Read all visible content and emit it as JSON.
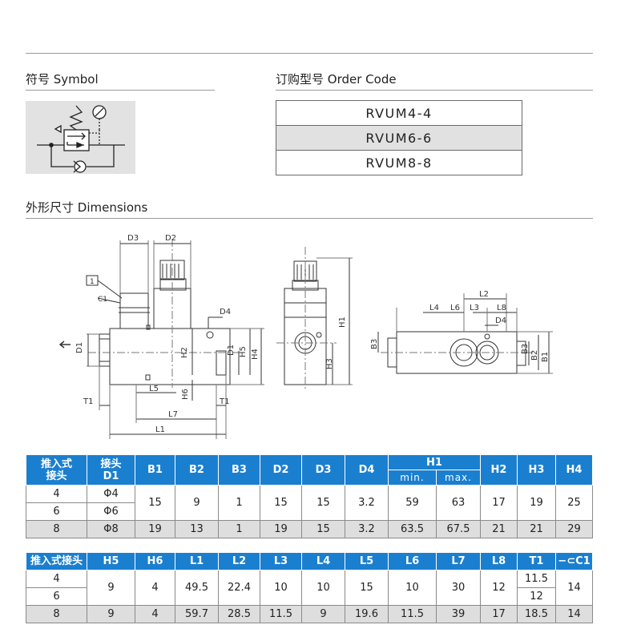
{
  "sections": {
    "symbol": "符号 Symbol",
    "order_code": "订购型号 Order Code",
    "dimensions": "外形尺寸 Dimensions"
  },
  "order_codes": [
    "RVUM4-4",
    "RVUM6-6",
    "RVUM8-8"
  ],
  "drawing_labels": {
    "front": {
      "d3": "D3",
      "d2": "D2",
      "d4": "D4",
      "d1_left": "D1",
      "d1_right": "D1",
      "h2": "H2",
      "h5": "H5",
      "h4": "H4",
      "h6": "H6",
      "l5": "L5",
      "l7": "L7",
      "l1": "L1",
      "t1_left": "T1",
      "t1_right": "T1",
      "callout": "1",
      "wrench": "C1"
    },
    "side": {
      "h1": "H1",
      "h3": "H3"
    },
    "top": {
      "l2": "L2",
      "l4": "L4",
      "l6": "L6",
      "l3": "L3",
      "l8": "L8",
      "d4": "D4",
      "b3_left": "B3",
      "b3_right": "B3",
      "b2": "B2",
      "b1": "B1"
    }
  },
  "table1": {
    "headers": {
      "col0": [
        "推入式",
        "接头"
      ],
      "col1": [
        "接头",
        "D1"
      ],
      "b1": "B1",
      "b2": "B2",
      "b3": "B3",
      "d2": "D2",
      "d3": "D3",
      "d4": "D4",
      "h1": "H1",
      "h1_min": "min.",
      "h1_max": "max.",
      "h2": "H2",
      "h3": "H3",
      "h4": "H4"
    },
    "rows": [
      {
        "size": "4",
        "d1": "Φ4"
      },
      {
        "size": "6",
        "d1": "Φ6"
      }
    ],
    "merged_4_6": {
      "b1": "15",
      "b2": "9",
      "b3": "1",
      "d2": "15",
      "d3": "15",
      "d4": "3.2",
      "h1_min": "59",
      "h1_max": "63",
      "h2": "17",
      "h3": "19",
      "h4": "25"
    },
    "row_8": {
      "size": "8",
      "d1": "Φ8",
      "b1": "19",
      "b2": "13",
      "b3": "1",
      "d2": "19",
      "d3": "15",
      "d4": "3.2",
      "h1_min": "63.5",
      "h1_max": "67.5",
      "h2": "21",
      "h3": "21",
      "h4": "29"
    }
  },
  "table2": {
    "headers": {
      "col0": "推入式接头",
      "h5": "H5",
      "h6": "H6",
      "l1": "L1",
      "l2": "L2",
      "l3": "L3",
      "l4": "L4",
      "l5": "L5",
      "l6": "L6",
      "l7": "L7",
      "l8": "L8",
      "t1": "T1",
      "c1": "C1"
    },
    "sizes": [
      "4",
      "6"
    ],
    "merged_4_6": {
      "h5": "9",
      "h6": "4",
      "l1": "49.5",
      "l2": "22.4",
      "l3": "10",
      "l4": "10",
      "l5": "15",
      "l6": "10",
      "l7": "30",
      "l8": "12",
      "c1": "14"
    },
    "t1_4": "11.5",
    "t1_6": "12",
    "row_8": {
      "size": "8",
      "h5": "9",
      "h6": "4",
      "l1": "59.7",
      "l2": "28.5",
      "l3": "11.5",
      "l4": "9",
      "l5": "19.6",
      "l6": "11.5",
      "l7": "39",
      "l8": "17",
      "t1": "18.5",
      "c1": "14"
    }
  }
}
